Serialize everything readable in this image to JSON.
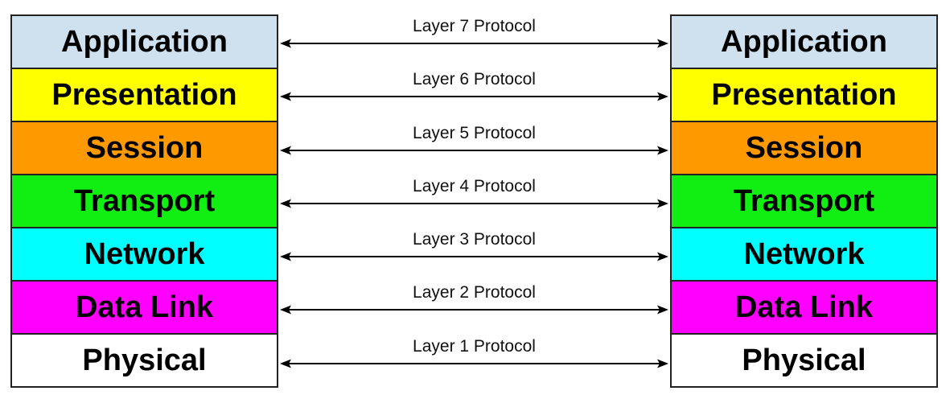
{
  "colors": {
    "application": "#cfe0ef",
    "presentation": "#ffff00",
    "session": "#ff9900",
    "transport": "#11ee11",
    "network": "#00ffff",
    "data_link": "#ff00ff",
    "physical": "#ffffff",
    "border": "#222222",
    "arrow": "#000000"
  },
  "left_stack": {
    "layers": [
      {
        "label": "Application",
        "color_key": "application"
      },
      {
        "label": "Presentation",
        "color_key": "presentation"
      },
      {
        "label": "Session",
        "color_key": "session"
      },
      {
        "label": "Transport",
        "color_key": "transport"
      },
      {
        "label": "Network",
        "color_key": "network"
      },
      {
        "label": "Data Link",
        "color_key": "data_link"
      },
      {
        "label": "Physical",
        "color_key": "physical"
      }
    ]
  },
  "right_stack": {
    "layers": [
      {
        "label": "Application",
        "color_key": "application"
      },
      {
        "label": "Presentation",
        "color_key": "presentation"
      },
      {
        "label": "Session",
        "color_key": "session"
      },
      {
        "label": "Transport",
        "color_key": "transport"
      },
      {
        "label": "Network",
        "color_key": "network"
      },
      {
        "label": "Data Link",
        "color_key": "data_link"
      },
      {
        "label": "Physical",
        "color_key": "physical"
      }
    ]
  },
  "protocols": [
    {
      "label": "Layer 7 Protocol"
    },
    {
      "label": "Layer 6 Protocol"
    },
    {
      "label": "Layer 5 Protocol"
    },
    {
      "label": "Layer 4 Protocol"
    },
    {
      "label": "Layer 3 Protocol"
    },
    {
      "label": "Layer 2 Protocol"
    },
    {
      "label": "Layer 1 Protocol"
    }
  ],
  "icons": {
    "connector": "double-headed-arrow-icon"
  }
}
